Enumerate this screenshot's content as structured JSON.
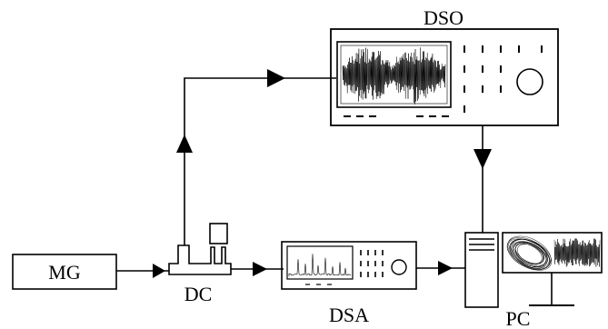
{
  "labels": {
    "mg": "MG",
    "dc": "DC",
    "dsa": "DSA",
    "dso": "DSO",
    "pc": "PC"
  },
  "colors": {
    "stroke": "#000000",
    "background": "#ffffff"
  }
}
